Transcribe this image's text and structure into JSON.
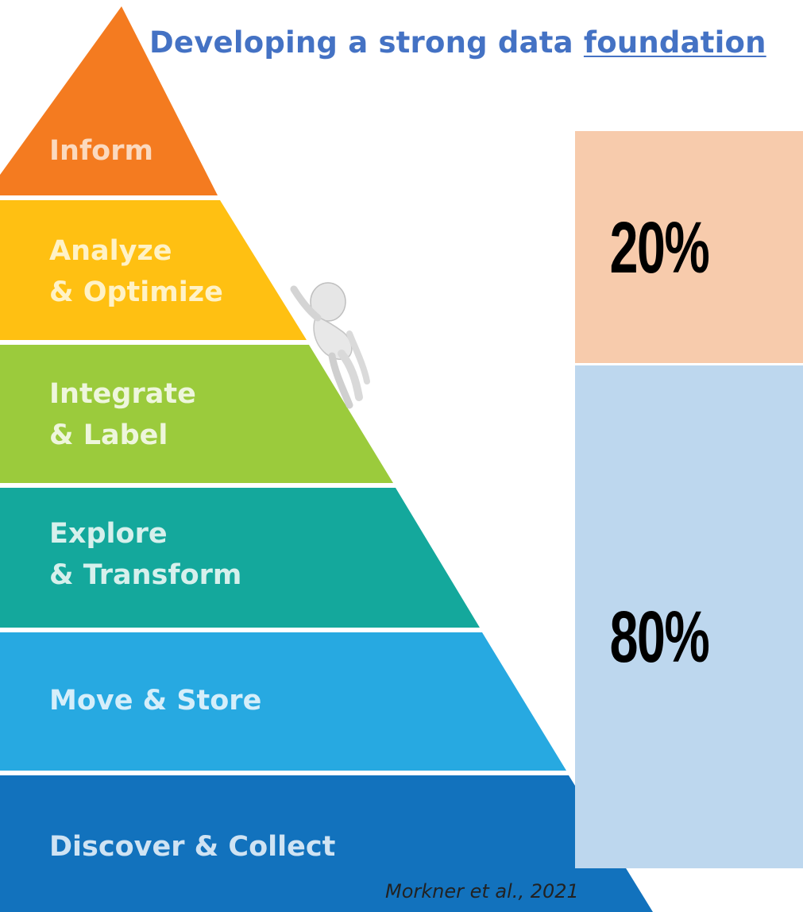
{
  "title": {
    "prefix": "Developing a strong data ",
    "underlined_word": "foundation"
  },
  "pyramid": {
    "tiers": [
      {
        "lines": [
          "Inform"
        ],
        "color": "#F47B20",
        "text_color": "#FBD9BE"
      },
      {
        "lines": [
          "Analyze",
          "& Optimize"
        ],
        "color": "#FFC012",
        "text_color": "#FFF2C7"
      },
      {
        "lines": [
          "Integrate",
          "& Label"
        ],
        "color": "#9BCB3C",
        "text_color": "#EEF6DC"
      },
      {
        "lines": [
          "Explore",
          "& Transform"
        ],
        "color": "#14A89C",
        "text_color": "#D6F0EC"
      },
      {
        "lines": [
          "Move & Store"
        ],
        "color": "#27A9E1",
        "text_color": "#D5EEFA"
      },
      {
        "lines": [
          "Discover & Collect"
        ],
        "color": "#1272BD",
        "text_color": "#CFE3F3"
      }
    ],
    "figure": "climbing-figure-icon"
  },
  "percent_boxes": {
    "top": {
      "label": "20%",
      "color": "#F7CBAC"
    },
    "bottom": {
      "label": "80%",
      "color": "#BDD7EE"
    }
  },
  "citation": "Morkner et al., 2021"
}
